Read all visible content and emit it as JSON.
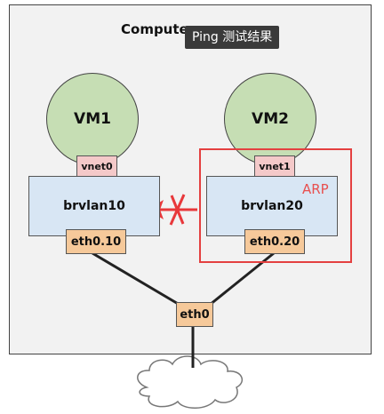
{
  "diagram": {
    "compute_label": "Compute",
    "tooltip": "Ping 测试结果",
    "vm1": {
      "label": "VM1",
      "vnet": "vnet0",
      "bridge": "brvlan10",
      "port": "eth0.10"
    },
    "vm2": {
      "label": "VM2",
      "vnet": "vnet1",
      "bridge": "brvlan20",
      "port": "eth0.20"
    },
    "uplink": "eth0",
    "annotation": "ARP",
    "colors": {
      "vm_fill": "#c6deb4",
      "vnet_fill": "#f4c9c9",
      "bridge_fill": "#d8e6f4",
      "port_fill": "#f6c99a",
      "highlight": "#e44040",
      "arrow": "#e8383b"
    }
  }
}
